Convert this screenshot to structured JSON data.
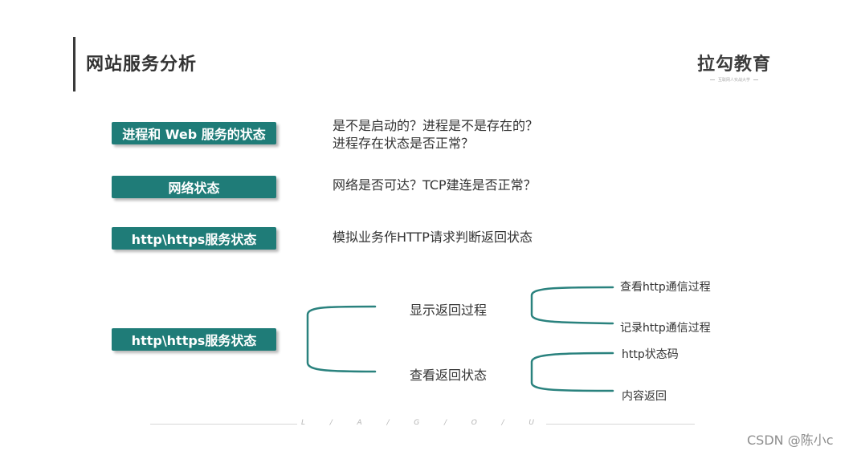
{
  "title": "网站服务分析",
  "logo": {
    "main": "拉勾教育",
    "sub": "互联网人实战大学"
  },
  "rows": [
    {
      "label": "进程和 Web 服务的状态",
      "desc_lines": [
        "是不是启动的？进程是不是存在的？",
        "进程存在状态是否正常？"
      ]
    },
    {
      "label": "网络状态",
      "desc_lines": [
        "网络是否可达？TCP建连是否正常？"
      ]
    },
    {
      "label": "http\\https服务状态",
      "desc_lines": [
        "模拟业务作HTTP请求判断返回状态"
      ]
    }
  ],
  "tree": {
    "root": "http\\https服务状态",
    "branches": [
      {
        "label": "显示返回过程",
        "leaves": [
          "查看http通信过程",
          "记录http通信过程"
        ]
      },
      {
        "label": "查看返回状态",
        "leaves": [
          "http状态码",
          "内容返回"
        ]
      }
    ]
  },
  "footer_letters": [
    "L",
    "/",
    "A",
    "/",
    "G",
    "/",
    "O",
    "/",
    "U"
  ],
  "watermark": "CSDN @陈小c",
  "colors": {
    "accent": "#1f7c78",
    "text": "#333333"
  }
}
